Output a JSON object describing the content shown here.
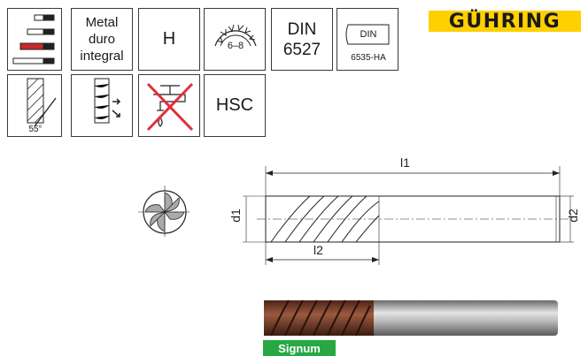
{
  "specs": {
    "material": [
      "Metal",
      "duro",
      "integral"
    ],
    "application": "H",
    "flutes_range": "6–8",
    "standard_din": "DIN",
    "standard_number": "6527",
    "shank_din": "DIN",
    "shank_standard": "6535-HA",
    "helix_angle": "55°",
    "hsc": "HSC"
  },
  "brand": {
    "logo": "GÜHRING"
  },
  "drawing": {
    "l1": "l1",
    "l2": "l2",
    "d1": "d1",
    "d2": "d2"
  },
  "coating": {
    "label": "Signum"
  },
  "colors": {
    "logo_bg": "#ffd000",
    "coating_badge": "#27a844",
    "no_coolant_cross": "#e0303a",
    "coating_brown": "#7a3b26"
  }
}
